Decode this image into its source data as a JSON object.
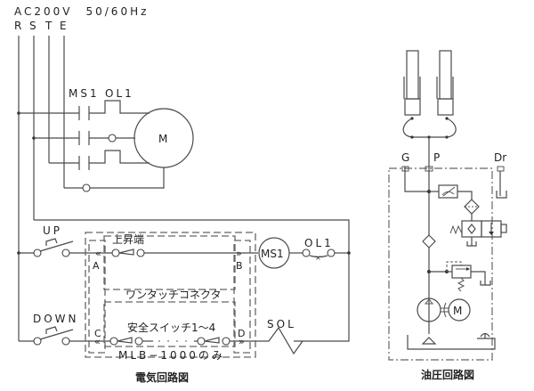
{
  "electrical": {
    "supply_label": "AC200V　50/60Hz",
    "phases": [
      "R",
      "S",
      "T",
      "E"
    ],
    "contactor_label": "MS1",
    "overload_label": "OL1",
    "motor_label": "M",
    "up_switch_label": "UP",
    "down_switch_label": "DOWN",
    "upper_limit_label": "上昇端",
    "connector_label": "ワンタッチコネクタ",
    "connector_terminals": [
      "A",
      "B",
      "C",
      "D"
    ],
    "coil_label": "MS1",
    "overload_contact_label": "OL1",
    "safety_switch_label": "安全スイッチ1～4",
    "model_note": "MLB−1000のみ",
    "solenoid_label": "SOL",
    "caption": "電気回路図"
  },
  "hydraulic": {
    "port_labels": [
      "G",
      "P",
      "Dr"
    ],
    "motor_label": "M",
    "caption": "油圧回路図"
  }
}
